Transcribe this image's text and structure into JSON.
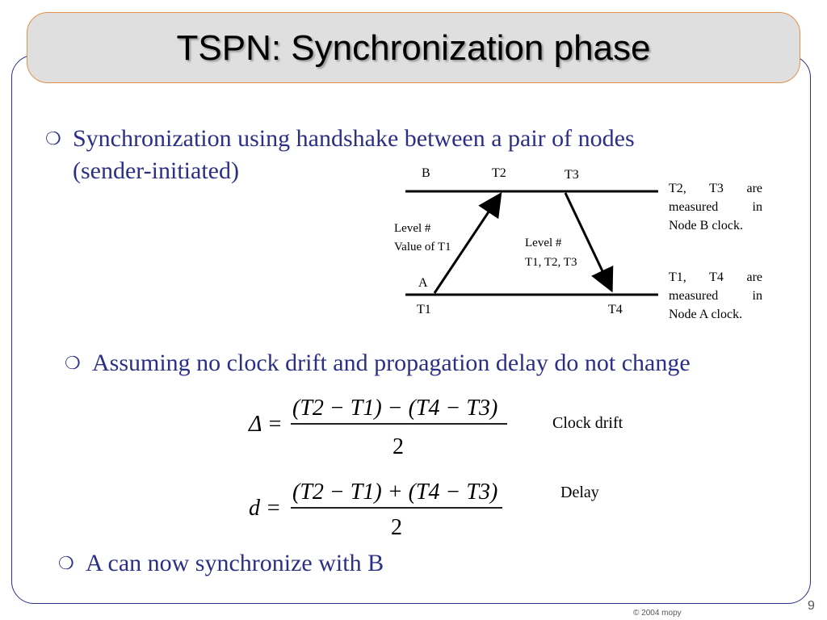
{
  "title": "TSPN: Synchronization phase",
  "bullets": [
    {
      "marker": "❍",
      "line1": "Synchronization using handshake between a pair of nodes",
      "line2": "(sender-initiated)"
    },
    {
      "marker": "❍",
      "text": "Assuming no clock drift and propagation delay do not change"
    },
    {
      "marker": "❍",
      "text": "A can now synchronize with B"
    }
  ],
  "diagram": {
    "node_b": "B",
    "node_a": "A",
    "t1": "T1",
    "t2": "T2",
    "t3": "T3",
    "t4": "T4",
    "msg1_line1": "Level #",
    "msg1_line2": "Value of  T1",
    "msg2_line1": "Level #",
    "msg2_line2": "T1, T2, T3",
    "note_b_line1": "T2,    T3    are",
    "note_b_line2": "measured       in",
    "note_b_line3": "Node B clock.",
    "note_a_line1": "T1,    T4    are",
    "note_a_line2": "measured       in",
    "note_a_line3": "Node A clock."
  },
  "formulas": {
    "drift": {
      "lhs": "Δ =",
      "numerator": "(T2 − T1) − (T4 − T3)",
      "denominator": "2",
      "label": "Clock drift"
    },
    "delay": {
      "lhs": "d =",
      "numerator": "(T2 − T1) + (T4 − T3)",
      "denominator": "2",
      "label": "Delay"
    }
  },
  "footer": "© 2004  mopy",
  "page_number": "9",
  "colors": {
    "text_blue": "#2b2f86",
    "title_bg": "#dfdfdf",
    "title_border": "#e3904a"
  }
}
